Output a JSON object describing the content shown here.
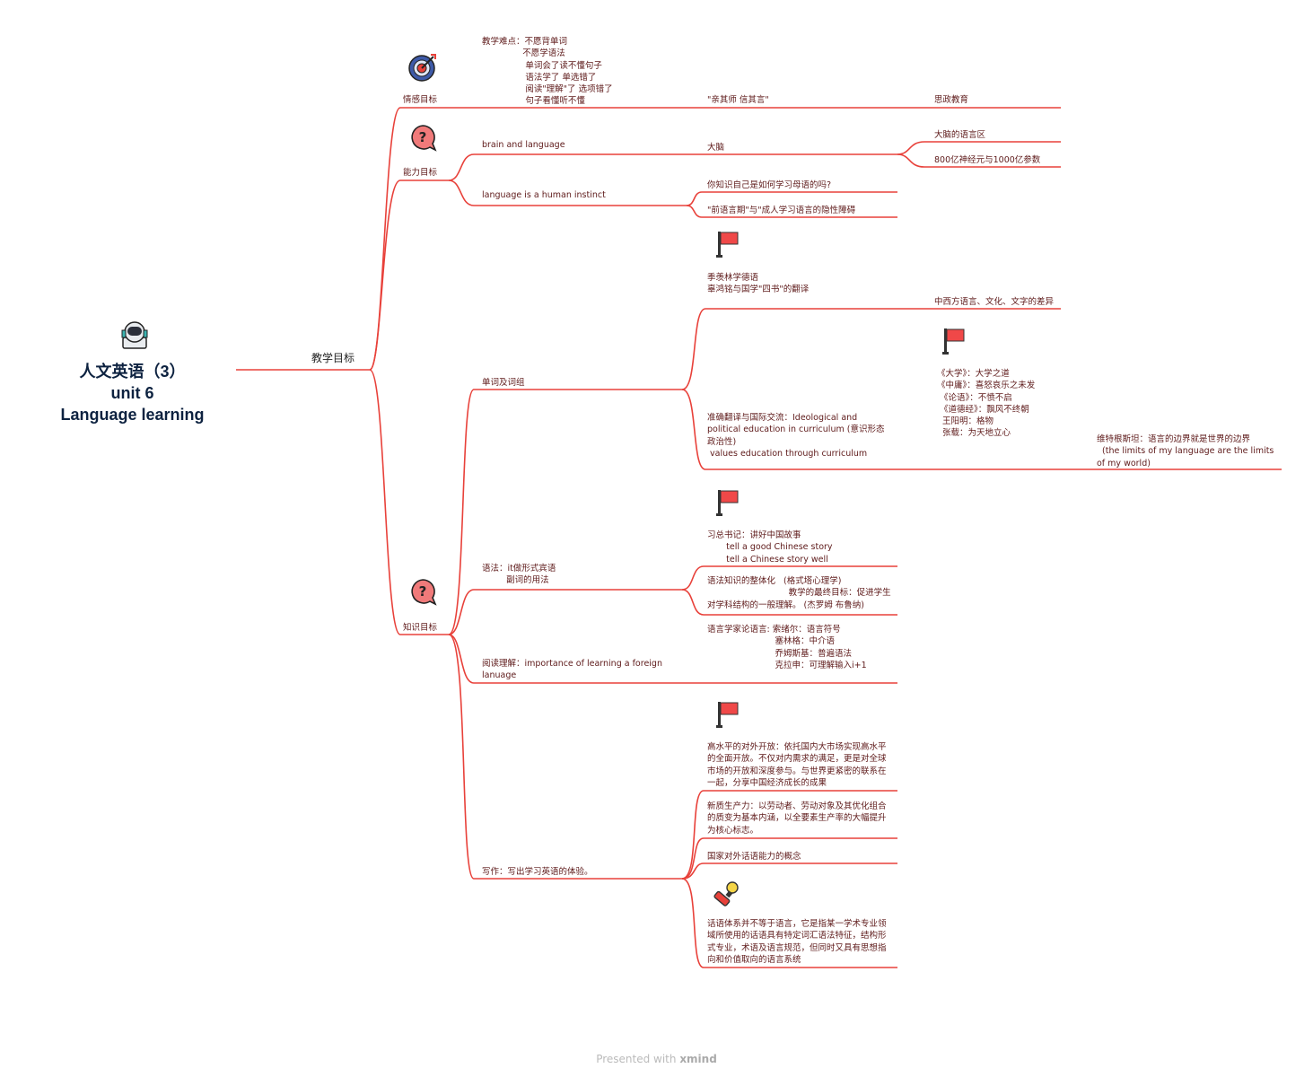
{
  "root": {
    "line1": "人文英语（3）",
    "line2": "unit 6",
    "line3": "Language learning"
  },
  "main_topic": "教学目标",
  "branches": {
    "emotion": {
      "label": "情感目标",
      "difficulty": "教学难点：不愿背单词\n               不愿学语法\n                单词会了读不懂句子\n                语法学了 单选错了\n                阅读\"理解\"了 选项错了\n                句子看懂听不懂",
      "motto": "\"亲其师 信其言\"",
      "ideology": "思政教育"
    },
    "ability": {
      "label": "能力目标",
      "brain_language": "brain and language",
      "brain": "大脑",
      "brain_area": "大脑的语言区",
      "neurons": "800亿神经元与1000亿参数",
      "instinct": "language is a human instinct",
      "q1": "你知识自己是如何学习母语的吗?",
      "q2": "\"前语言期\"与\"成人学习语言的隐性障碍"
    },
    "knowledge": {
      "label": "知识目标",
      "vocab": "单词及词组",
      "translators": "季羡林学德语\n辜鸿铭与国学\"四书\"的翻译",
      "east_west": "中西方语言、文化、文字的差异",
      "translation": "准确翻译与国际交流：Ideological and\npolitical education in curriculum (意识形态\n政治性)\n values education through curriculum",
      "classics": "《大学》：大学之道\n《中庸》：喜怒哀乐之未发\n 《论语》：不愤不启\n 《道德经》：飘风不终朝\n  王阳明：格物\n  张载：为天地立心",
      "wittgenstein": "维特根斯坦：语言的边界就是世界的边界\n  (the limits of my language are the limits\nof my world)",
      "grammar": "语法：it做形式宾语\n         副词的用法",
      "xi": "习总书记：讲好中国故事\n       tell a good Chinese story\n       tell a Chinese story well",
      "gestalt": "语法知识的整体化   (格式塔心理学)\n                              教学的最终目标：促进学生\n对学科结构的一般理解。 (杰罗姆 布鲁纳)",
      "reading": "阅读理解：importance of learning a foreign\nlanuage",
      "linguists": "语言学家论语言: 索绪尔：语言符号\n                         塞林格：中介语\n                         乔姆斯基：普遍语法\n                         克拉申：可理解输入i+1",
      "writing": "写作：写出学习英语的体验。",
      "opening": "高水平的对外开放：依托国内大市场实现高水平\n的全面开放。不仅对内需求的满足，更是对全球\n市场的开放和深度参与。与世界更紧密的联系在\n一起，分享中国经济成长的成果",
      "productivity": "新质生产力：以劳动者、劳动对象及其优化组合\n的质变为基本内涵，以全要素生产率的大幅提升\n为核心标志。",
      "discourse_power": "国家对外话语能力的概念",
      "discourse_system": "话语体系并不等于语言，它是指某一学术专业领\n域所使用的话语具有特定词汇语法特征，结构形\n式专业，术语及语言规范，但同时又具有思想指\n向和价值取向的语言系统"
    }
  },
  "footer": {
    "prefix": "Presented with",
    "brand": "xmind"
  },
  "colors": {
    "line": "#e8413a",
    "text": "#5e1a1a",
    "root": "#0d2240"
  }
}
